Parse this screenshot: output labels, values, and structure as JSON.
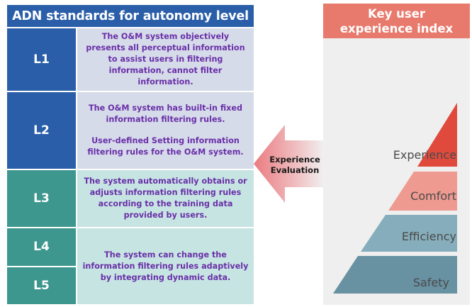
{
  "table": {
    "title": "ADN standards for autonomy level",
    "rows": [
      {
        "level": "L1",
        "paragraphs": [
          "The O&M system objectively presents all perceptual information to assist users in filtering information, cannot filter information."
        ]
      },
      {
        "level": "L2",
        "paragraphs": [
          "The O&M system has built-in fixed information filtering rules.",
          "User-defined Setting information filtering rules for the O&M system."
        ]
      },
      {
        "level": "L3",
        "paragraphs": [
          "The system automatically obtains or adjusts information filtering rules according to the training data provided by users."
        ]
      },
      {
        "levels": [
          "L4",
          "L5"
        ],
        "paragraphs": [
          "The system can change the information filtering rules adaptively by integrating dynamic data."
        ]
      }
    ]
  },
  "arrow": {
    "label_line1": "Experience",
    "label_line2": "Evaluation",
    "direction": "left"
  },
  "panel": {
    "title_line1": "Key user",
    "title_line2": "experience index",
    "pyramid_tiers": [
      {
        "label": "Experience",
        "color": "#e04a3c"
      },
      {
        "label": "Comfort",
        "color": "#ee9a90"
      },
      {
        "label": "Efficiency",
        "color": "#86adbb"
      },
      {
        "label": "Safety",
        "color": "#6891a2"
      }
    ]
  },
  "colors": {
    "blue_level": "#2a5ea8",
    "blue_desc": "#d5dbe9",
    "teal_level": "#3d978e",
    "teal_desc": "#c6e5e2",
    "desc_text": "#6a2fa8",
    "panel_header": "#e87a6d",
    "panel_bg": "#efefef"
  }
}
